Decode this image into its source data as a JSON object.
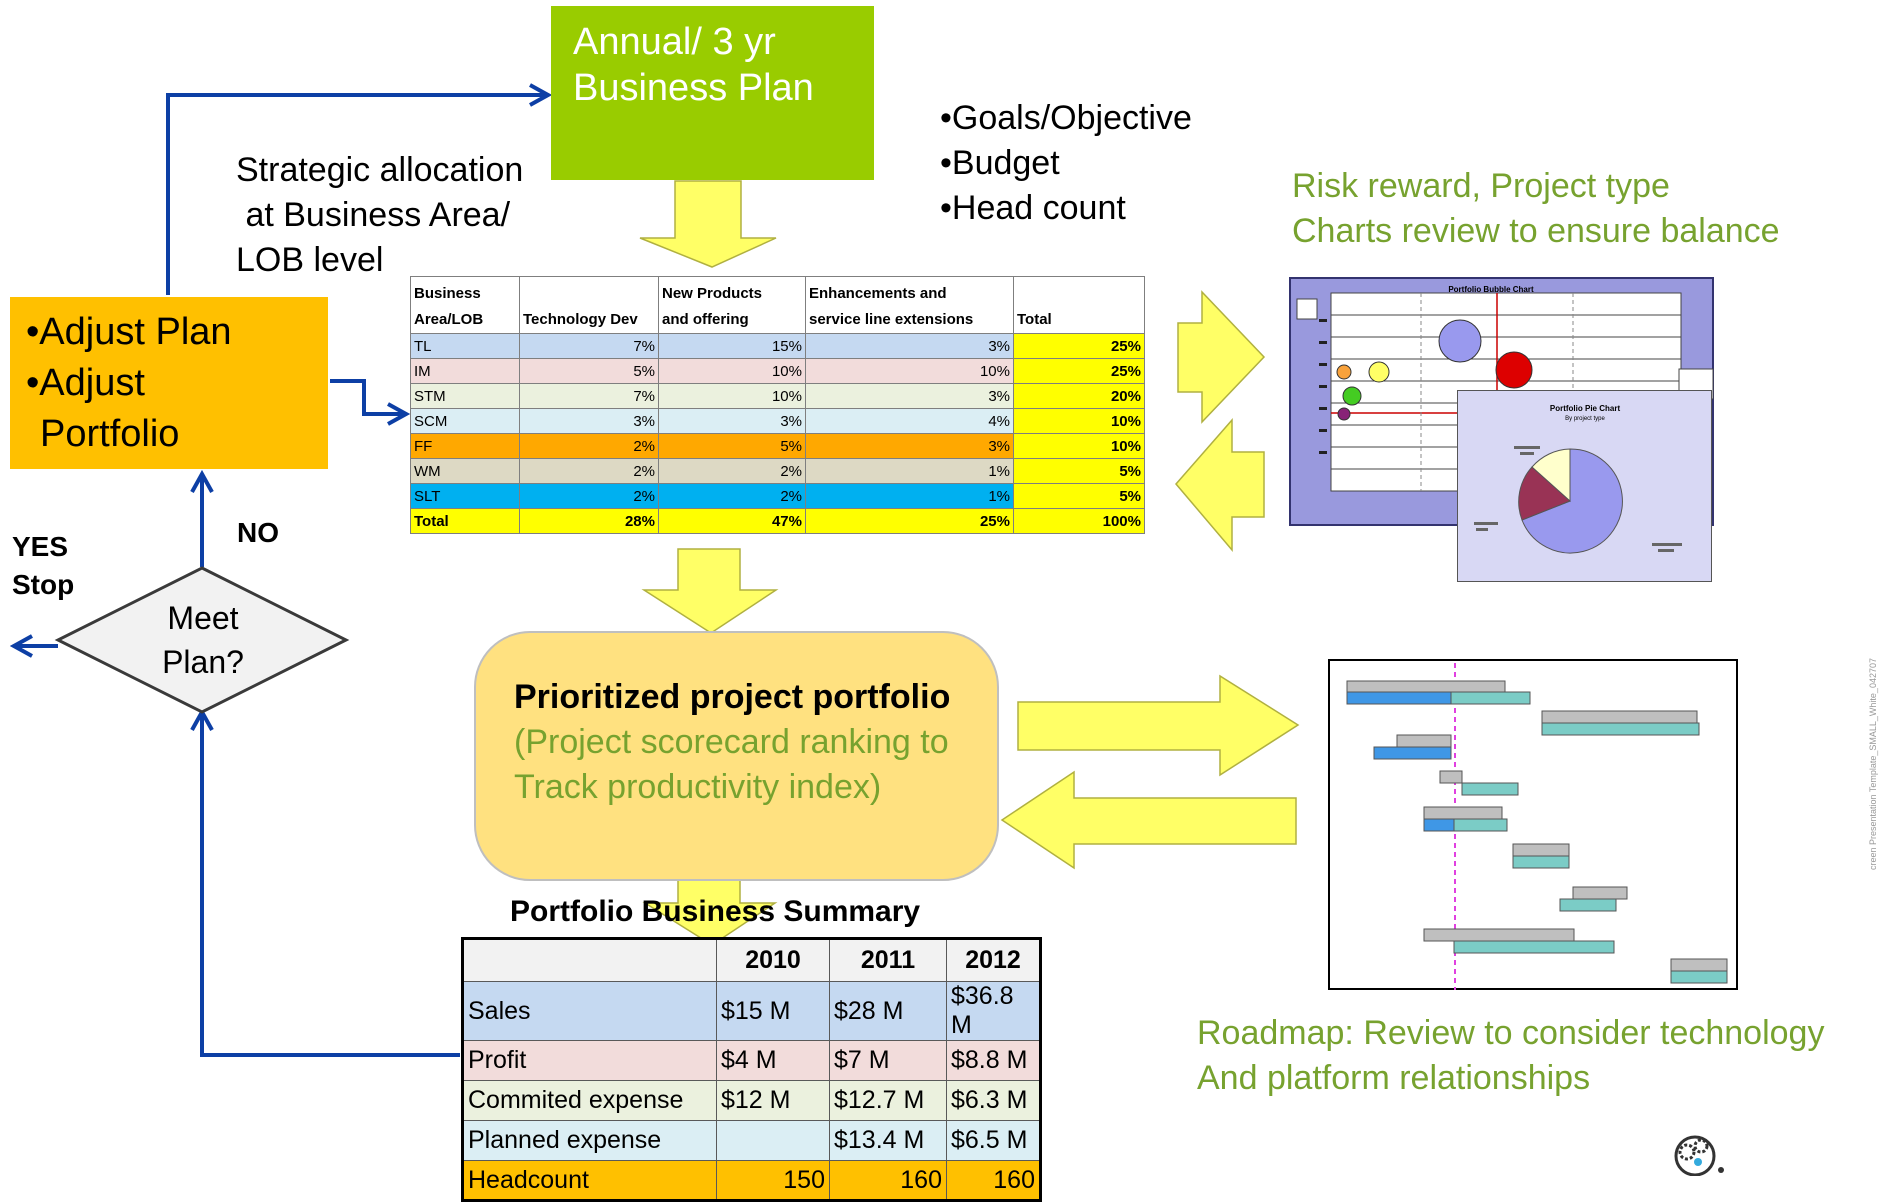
{
  "business_plan": {
    "line1": "Annual/ 3 yr",
    "line2": "Business Plan"
  },
  "plan_bullets": [
    "•Goals/Objective",
    "•Budget",
    "•Head count"
  ],
  "strategic_allocation": [
    "Strategic allocation",
    " at Business Area/",
    "LOB level"
  ],
  "adjust_box": [
    "•Adjust Plan",
    "•Adjust",
    "Portfolio"
  ],
  "decision": {
    "question_line1": "Meet",
    "question_line2": "Plan?",
    "yes_label": "YES",
    "stop_label": "Stop",
    "no_label": "NO"
  },
  "allocation_table": {
    "headers": [
      [
        "Business",
        "Area/LOB"
      ],
      [
        "",
        "Technology Dev"
      ],
      [
        "New Products",
        "and offering"
      ],
      [
        "Enhancements and",
        "service line extensions"
      ],
      [
        "",
        "Total"
      ]
    ],
    "rows": [
      {
        "area": "TL",
        "tech": "7%",
        "new": "15%",
        "enh": "3%",
        "total": "25%",
        "color": "#c5d9f1"
      },
      {
        "area": "IM",
        "tech": "5%",
        "new": "10%",
        "enh": "10%",
        "total": "25%",
        "color": "#f2dcdb"
      },
      {
        "area": "STM",
        "tech": "7%",
        "new": "10%",
        "enh": "3%",
        "total": "20%",
        "color": "#ebf1de"
      },
      {
        "area": "SCM",
        "tech": "3%",
        "new": "3%",
        "enh": "4%",
        "total": "10%",
        "color": "#dbeef4"
      },
      {
        "area": "FF",
        "tech": "2%",
        "new": "5%",
        "enh": "3%",
        "total": "10%",
        "color": "#ffa800"
      },
      {
        "area": "WM",
        "tech": "2%",
        "new": "2%",
        "enh": "1%",
        "total": "5%",
        "color": "#ddd9c4"
      },
      {
        "area": "SLT",
        "tech": "2%",
        "new": "2%",
        "enh": "1%",
        "total": "5%",
        "color": "#00b0f0"
      }
    ],
    "total_row": {
      "area": "Total",
      "tech": "28%",
      "new": "47%",
      "enh": "25%",
      "total": "100%"
    }
  },
  "risk_reward": [
    "Risk reward, Project type",
    "Charts review to ensure balance"
  ],
  "bubble_chart": {
    "title": "Portfolio Bubble Chart"
  },
  "pie_chart": {
    "title": "Portfolio Pie Chart",
    "subtitle": "By project type"
  },
  "prioritized": {
    "title": "Prioritized project portfolio",
    "sub_line1": "(Project scorecard ranking to",
    "sub_line2": "Track productivity index)"
  },
  "summary_table": {
    "title": "Portfolio Business Summary",
    "years": [
      "2010",
      "2011",
      "2012"
    ],
    "rows": [
      {
        "label": "Sales",
        "values": [
          "$15 M",
          "$28 M",
          "$36.8 M"
        ],
        "color": "#c5d9f1",
        "numeric": false
      },
      {
        "label": "Profit",
        "values": [
          "$4 M",
          "$7 M",
          "$8.8 M"
        ],
        "color": "#f2dcdb",
        "numeric": false
      },
      {
        "label": "Commited expense",
        "values": [
          "$12 M",
          "$12.7 M",
          "$6.3 M"
        ],
        "color": "#ebf1de",
        "numeric": false
      },
      {
        "label": "Planned expense",
        "values": [
          "",
          "$13.4 M",
          "$6.5 M"
        ],
        "color": "#dbeef4",
        "numeric": false
      },
      {
        "label": "Headcount",
        "values": [
          "150",
          "160",
          "160"
        ],
        "color": "#ffc000",
        "numeric": true
      }
    ]
  },
  "roadmap": [
    "Roadmap: Review to consider technology",
    "And platform relationships"
  ],
  "side_mark": "creen Presentation Template_SMALL_White_042707",
  "colors": {
    "green": "#99cc00",
    "orange": "#ffc000",
    "arrow_blue": "#0d3fa5",
    "yellow_arrow": "#ffff66",
    "text_green": "#77a22f"
  }
}
